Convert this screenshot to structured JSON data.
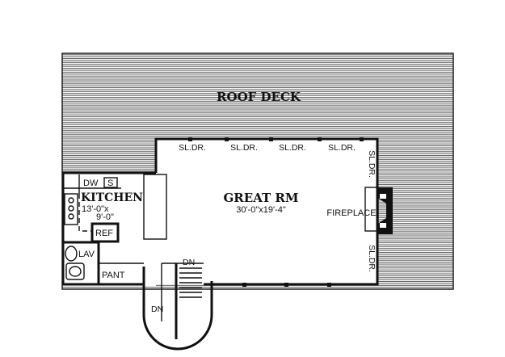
{
  "rooms": {
    "roof_deck": "ROOF DECK",
    "great_room": "GREAT RM",
    "great_room_size": "30'-0\"x19'-4\"",
    "kitchen": "KITCHEN",
    "kitchen_size_line1": "13'-0\"x",
    "kitchen_size_line2": "9'-0\"",
    "lav": "LAV",
    "pant": "PANT"
  },
  "fixtures": {
    "dw": "DW",
    "s": "S",
    "ref": "REF",
    "fireplace": "FIREPLACE"
  },
  "doors": {
    "sl_dr": "SL.DR."
  },
  "stairs": {
    "dn_upper": "DN",
    "dn_lower": "DN"
  }
}
